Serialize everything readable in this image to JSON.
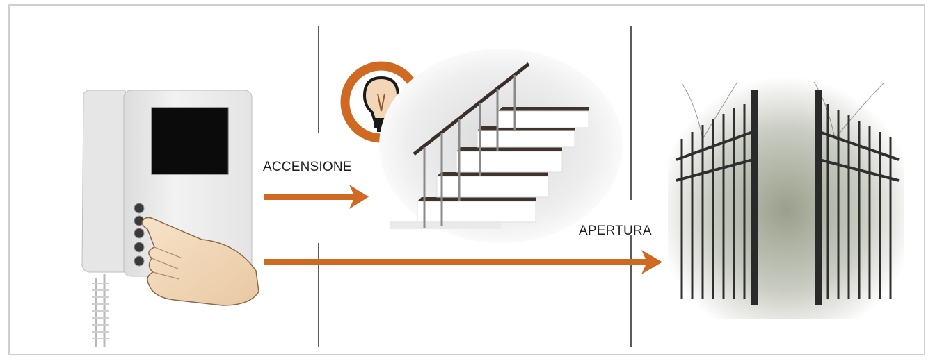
{
  "diagram": {
    "labels": {
      "accensione": "ACCENSIONE",
      "apertura": "APERTURA"
    },
    "colors": {
      "arrow": "#d06a22",
      "bulb_ring": "#d06a22",
      "divider": "#5b5b5b",
      "frame_border": "#cfcfcf"
    },
    "icons": [
      "intercom-monitor",
      "pointing-hand",
      "light-bulb-icon",
      "staircase",
      "iron-gate"
    ]
  }
}
